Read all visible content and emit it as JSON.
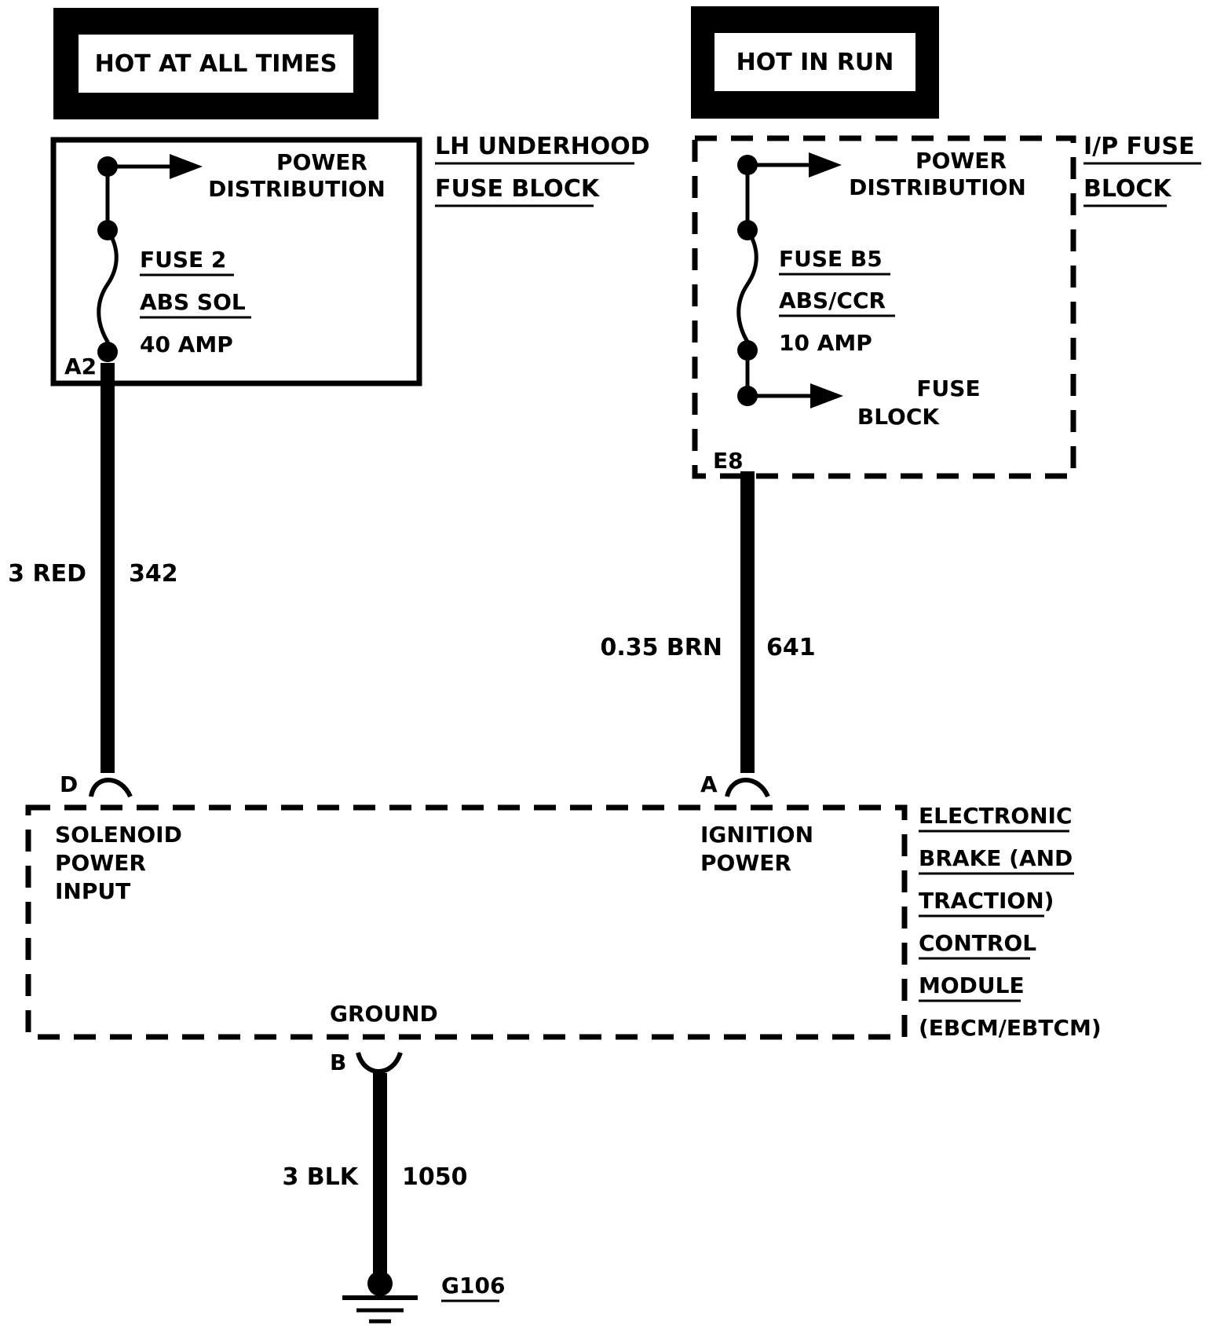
{
  "headers": {
    "left": "HOT AT ALL TIMES",
    "right": "HOT IN RUN"
  },
  "left_block": {
    "name_line1": "LH UNDERHOOD",
    "name_line2": "FUSE BLOCK",
    "power_dist_line1": "POWER",
    "power_dist_line2": "DISTRIBUTION",
    "fuse_name": "FUSE 2",
    "fuse_circuit": "ABS SOL",
    "fuse_rating": "40 AMP",
    "terminal": "A2"
  },
  "right_block": {
    "name_line1": "I/P FUSE",
    "name_line2": "BLOCK",
    "power_dist_line1": "POWER",
    "power_dist_line2": "DISTRIBUTION",
    "fuse_name": "FUSE B5",
    "fuse_circuit": "ABS/CCR",
    "fuse_rating": "10 AMP",
    "fuse_block_line1": "FUSE",
    "fuse_block_line2": "BLOCK",
    "terminal": "E8"
  },
  "wires": {
    "left": {
      "gauge_color": "3 RED",
      "circuit": "342"
    },
    "right": {
      "gauge_color": "0.35 BRN",
      "circuit": "641"
    },
    "ground": {
      "gauge_color": "3 BLK",
      "circuit": "1050"
    }
  },
  "module": {
    "name_lines": [
      "ELECTRONIC",
      "BRAKE (AND",
      "TRACTION)",
      "CONTROL",
      "MODULE",
      "(EBCM/EBTCM)"
    ],
    "pin_d": "D",
    "pin_d_lines": [
      "SOLENOID",
      "POWER",
      "INPUT"
    ],
    "pin_a": "A",
    "pin_a_lines": [
      "IGNITION",
      "POWER"
    ],
    "pin_b": "B",
    "pin_b_label": "GROUND"
  },
  "ground_point": "G106"
}
